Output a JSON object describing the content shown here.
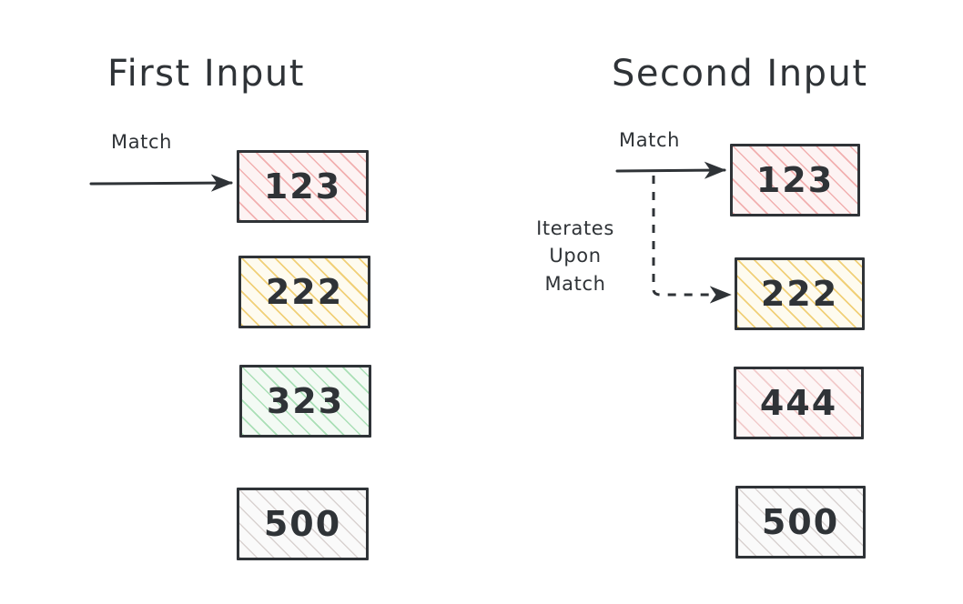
{
  "diagram": {
    "title_note": "Two-column comparison of matching input lists",
    "background": "#ffffff",
    "ink_color": "#2f3337"
  },
  "columns": [
    {
      "id": "first-input",
      "title": "First Input",
      "boxes": [
        {
          "value": "123",
          "hatch": "red",
          "accent": "#e87878"
        },
        {
          "value": "222",
          "hatch": "yellow",
          "accent": "#ebbe46"
        },
        {
          "value": "323",
          "hatch": "green",
          "accent": "#78cd8c"
        },
        {
          "value": "500",
          "hatch": "grey",
          "accent": "#b0a29e"
        }
      ]
    },
    {
      "id": "second-input",
      "title": "Second Input",
      "boxes": [
        {
          "value": "123",
          "hatch": "red",
          "accent": "#e87878"
        },
        {
          "value": "222",
          "hatch": "yellow",
          "accent": "#ebbe46"
        },
        {
          "value": "444",
          "hatch": "pink-soft",
          "accent": "#e49696"
        },
        {
          "value": "500",
          "hatch": "grey",
          "accent": "#b0a29e"
        }
      ]
    }
  ],
  "annotations": {
    "match_left": "Match",
    "match_right": "Match",
    "iterates_upon_match": {
      "line1": "Iterates",
      "line2": "Upon",
      "line3": "Match"
    }
  }
}
